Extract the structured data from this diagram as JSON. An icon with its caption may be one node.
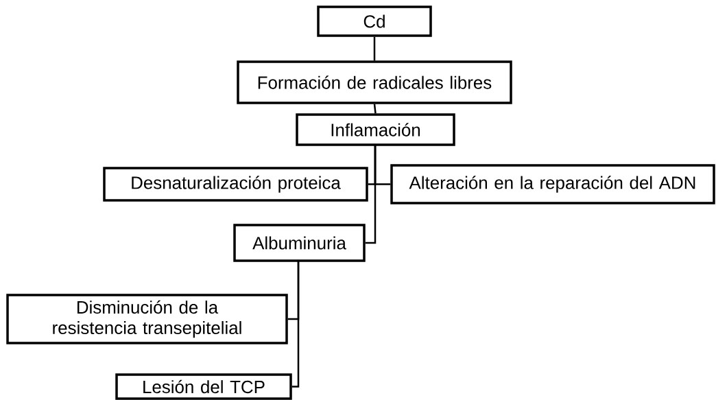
{
  "diagram": {
    "nodes": [
      {
        "text": [
          "Cd"
        ]
      },
      {
        "text": [
          "Formación de radicales libres"
        ]
      },
      {
        "text": [
          "Inflamación"
        ]
      },
      {
        "text": [
          "Desnaturalización proteica"
        ]
      },
      {
        "text": [
          "Alteración en la reparación del ADN"
        ]
      },
      {
        "text": [
          "Albuminuria"
        ]
      },
      {
        "text": [
          "Disminución de la resistencia transepitelial"
        ]
      },
      {
        "text": [
          "Lesión del TCP"
        ]
      }
    ],
    "edges": [
      {
        "from": 0,
        "to": 1,
        "arrow": "none"
      },
      {
        "from": 1,
        "to": 2,
        "arrow": "none"
      },
      {
        "from": 2,
        "to": 3,
        "arrow": "none"
      },
      {
        "from": 2,
        "to": 4,
        "arrow": "none"
      },
      {
        "from": 2,
        "to": 5,
        "arrow": "none"
      },
      {
        "from": 5,
        "to": 6,
        "arrow": "none"
      },
      {
        "from": 5,
        "to": 7,
        "arrow": "none"
      }
    ]
  }
}
